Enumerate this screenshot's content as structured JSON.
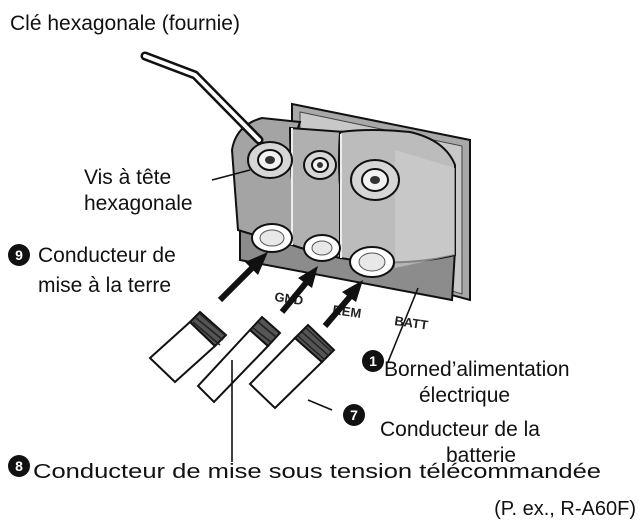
{
  "labels": {
    "hex_key": "Clé hexagonale (fournie)",
    "hex_screw_line1": "Vis à tête",
    "hex_screw_line2": "hexagonale",
    "ground_line1": "Conducteur de",
    "ground_line2": "mise à la terre",
    "power_terminal_line1": "Borned’alimentation",
    "power_terminal_line2": "électrique",
    "battery_line1": "Conducteur de la",
    "battery_line2": "batterie",
    "remote": "Conducteur de mise sous tension télécommandée",
    "example": "(P. ex., R-A60F)"
  },
  "terminals": {
    "gnd": "GND",
    "rem": "REM",
    "batt": "BATT"
  },
  "badges": {
    "power": "1",
    "battery": "7",
    "remote": "8",
    "ground": "9"
  },
  "colors": {
    "housing_front": "#9a9a9a",
    "housing_side": "#7a7a7a",
    "housing_top": "#c4c4c4",
    "panel": "#b8b8b8",
    "wire_strip": "#555555"
  }
}
